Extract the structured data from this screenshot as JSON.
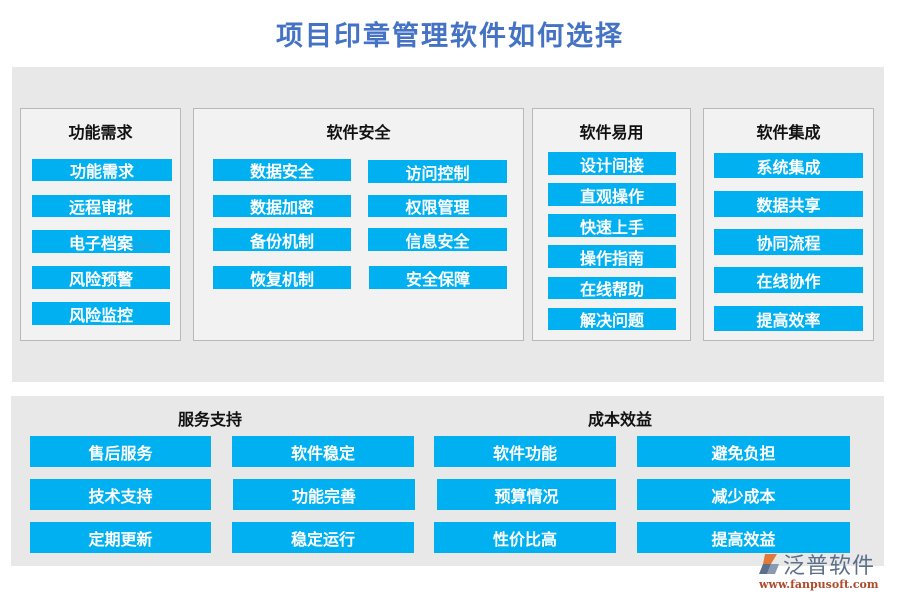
{
  "title": "项目印章管理软件如何选择",
  "colors": {
    "title": "#4472c4",
    "button": "#00b0f0",
    "button_text": "#ffffff",
    "panel": "#e8e8e8",
    "box": "#f2f2f2",
    "box_border": "#b8b8b8"
  },
  "top_sections": [
    {
      "title": "功能需求",
      "items": [
        "功能需求",
        "远程审批",
        "电子档案",
        "风险预警",
        "风险监控"
      ]
    },
    {
      "title": "软件安全",
      "items": [
        "数据安全",
        "访问控制",
        "数据加密",
        "权限管理",
        "备份机制",
        "信息安全",
        "恢复机制",
        "安全保障"
      ]
    },
    {
      "title": "软件易用",
      "items": [
        "设计间接",
        "直观操作",
        "快速上手",
        "操作指南",
        "在线帮助",
        "解决问题"
      ]
    },
    {
      "title": "软件集成",
      "items": [
        "系统集成",
        "数据共享",
        "协同流程",
        "在线协作",
        "提高效率"
      ]
    }
  ],
  "bottom_sections": [
    {
      "title": "服务支持",
      "items": [
        "售后服务",
        "软件稳定",
        "技术支持",
        "功能完善",
        "定期更新",
        "稳定运行"
      ]
    },
    {
      "title": "成本效益",
      "items": [
        "软件功能",
        "避免负担",
        "预算情况",
        "减少成本",
        "性价比高",
        "提高效益"
      ]
    }
  ],
  "logo": {
    "name": "泛普软件",
    "url": "www.fanpusoft.com",
    "watermark": "泛普软件"
  }
}
